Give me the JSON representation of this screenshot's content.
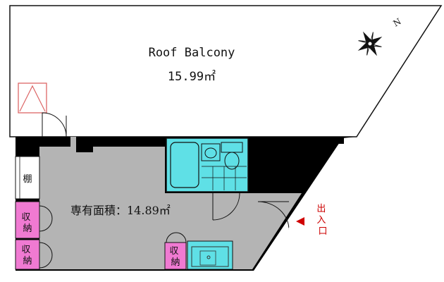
{
  "colors": {
    "wall": "#000000",
    "floor": "#b4b4b4",
    "bath": "#5fe0e6",
    "storage": "#f07ad2",
    "entry_arrow": "#d00000",
    "line": "#111111"
  },
  "balcony": {
    "name": "Roof Balcony",
    "area": "15.99㎡"
  },
  "room": {
    "area_label": "専有面積：14.89㎡"
  },
  "shelf": {
    "label": "棚"
  },
  "storage": [
    {
      "label": "収納"
    },
    {
      "label": "収納"
    },
    {
      "label": "収納"
    }
  ],
  "entrance": {
    "label_chars": [
      "出",
      "入",
      "口"
    ]
  },
  "compass": {
    "letter": "N"
  }
}
